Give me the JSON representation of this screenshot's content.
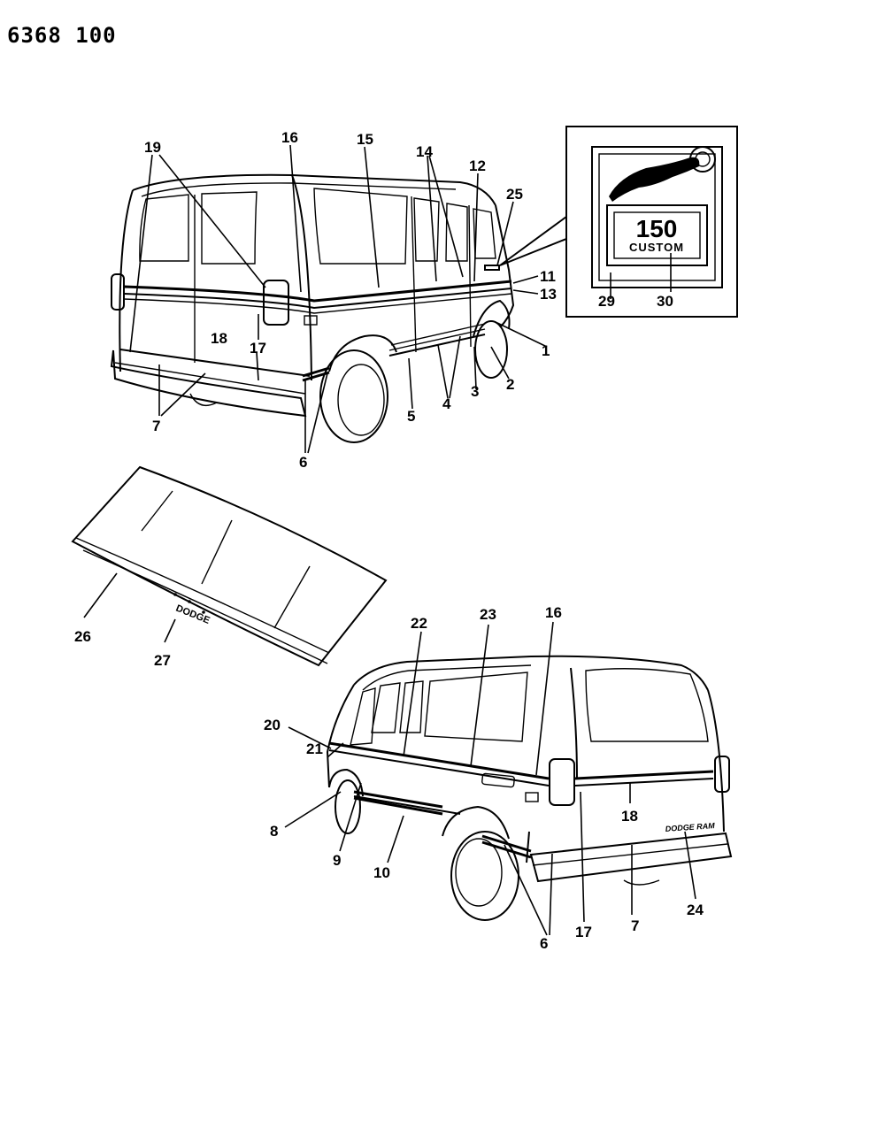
{
  "page_code": "6368 100",
  "inset": {
    "line1": "150",
    "line2": "CUSTOM"
  },
  "tailgate_badge": "DODGE",
  "rear_badge": "DODGE RAM",
  "callouts": [
    {
      "id": "c19",
      "text": "19"
    },
    {
      "id": "c16a",
      "text": "16"
    },
    {
      "id": "c15",
      "text": "15"
    },
    {
      "id": "c14",
      "text": "14"
    },
    {
      "id": "c12",
      "text": "12"
    },
    {
      "id": "c25",
      "text": "25"
    },
    {
      "id": "c11",
      "text": "11"
    },
    {
      "id": "c13",
      "text": "13"
    },
    {
      "id": "c1",
      "text": "1"
    },
    {
      "id": "c2",
      "text": "2"
    },
    {
      "id": "c3",
      "text": "3"
    },
    {
      "id": "c4",
      "text": "4"
    },
    {
      "id": "c5",
      "text": "5"
    },
    {
      "id": "c6a",
      "text": "6"
    },
    {
      "id": "c7a",
      "text": "7"
    },
    {
      "id": "c17a",
      "text": "17"
    },
    {
      "id": "c18a",
      "text": "18"
    },
    {
      "id": "c29",
      "text": "29"
    },
    {
      "id": "c30",
      "text": "30"
    },
    {
      "id": "c26",
      "text": "26"
    },
    {
      "id": "c27",
      "text": "27"
    },
    {
      "id": "c22",
      "text": "22"
    },
    {
      "id": "c23",
      "text": "23"
    },
    {
      "id": "c16b",
      "text": "16"
    },
    {
      "id": "c21",
      "text": "21"
    },
    {
      "id": "c20",
      "text": "20"
    },
    {
      "id": "c8",
      "text": "8"
    },
    {
      "id": "c9",
      "text": "9"
    },
    {
      "id": "c10",
      "text": "10"
    },
    {
      "id": "c18b",
      "text": "18"
    },
    {
      "id": "c24",
      "text": "24"
    },
    {
      "id": "c6b",
      "text": "6"
    },
    {
      "id": "c17b",
      "text": "17"
    },
    {
      "id": "c7b",
      "text": "7"
    }
  ]
}
